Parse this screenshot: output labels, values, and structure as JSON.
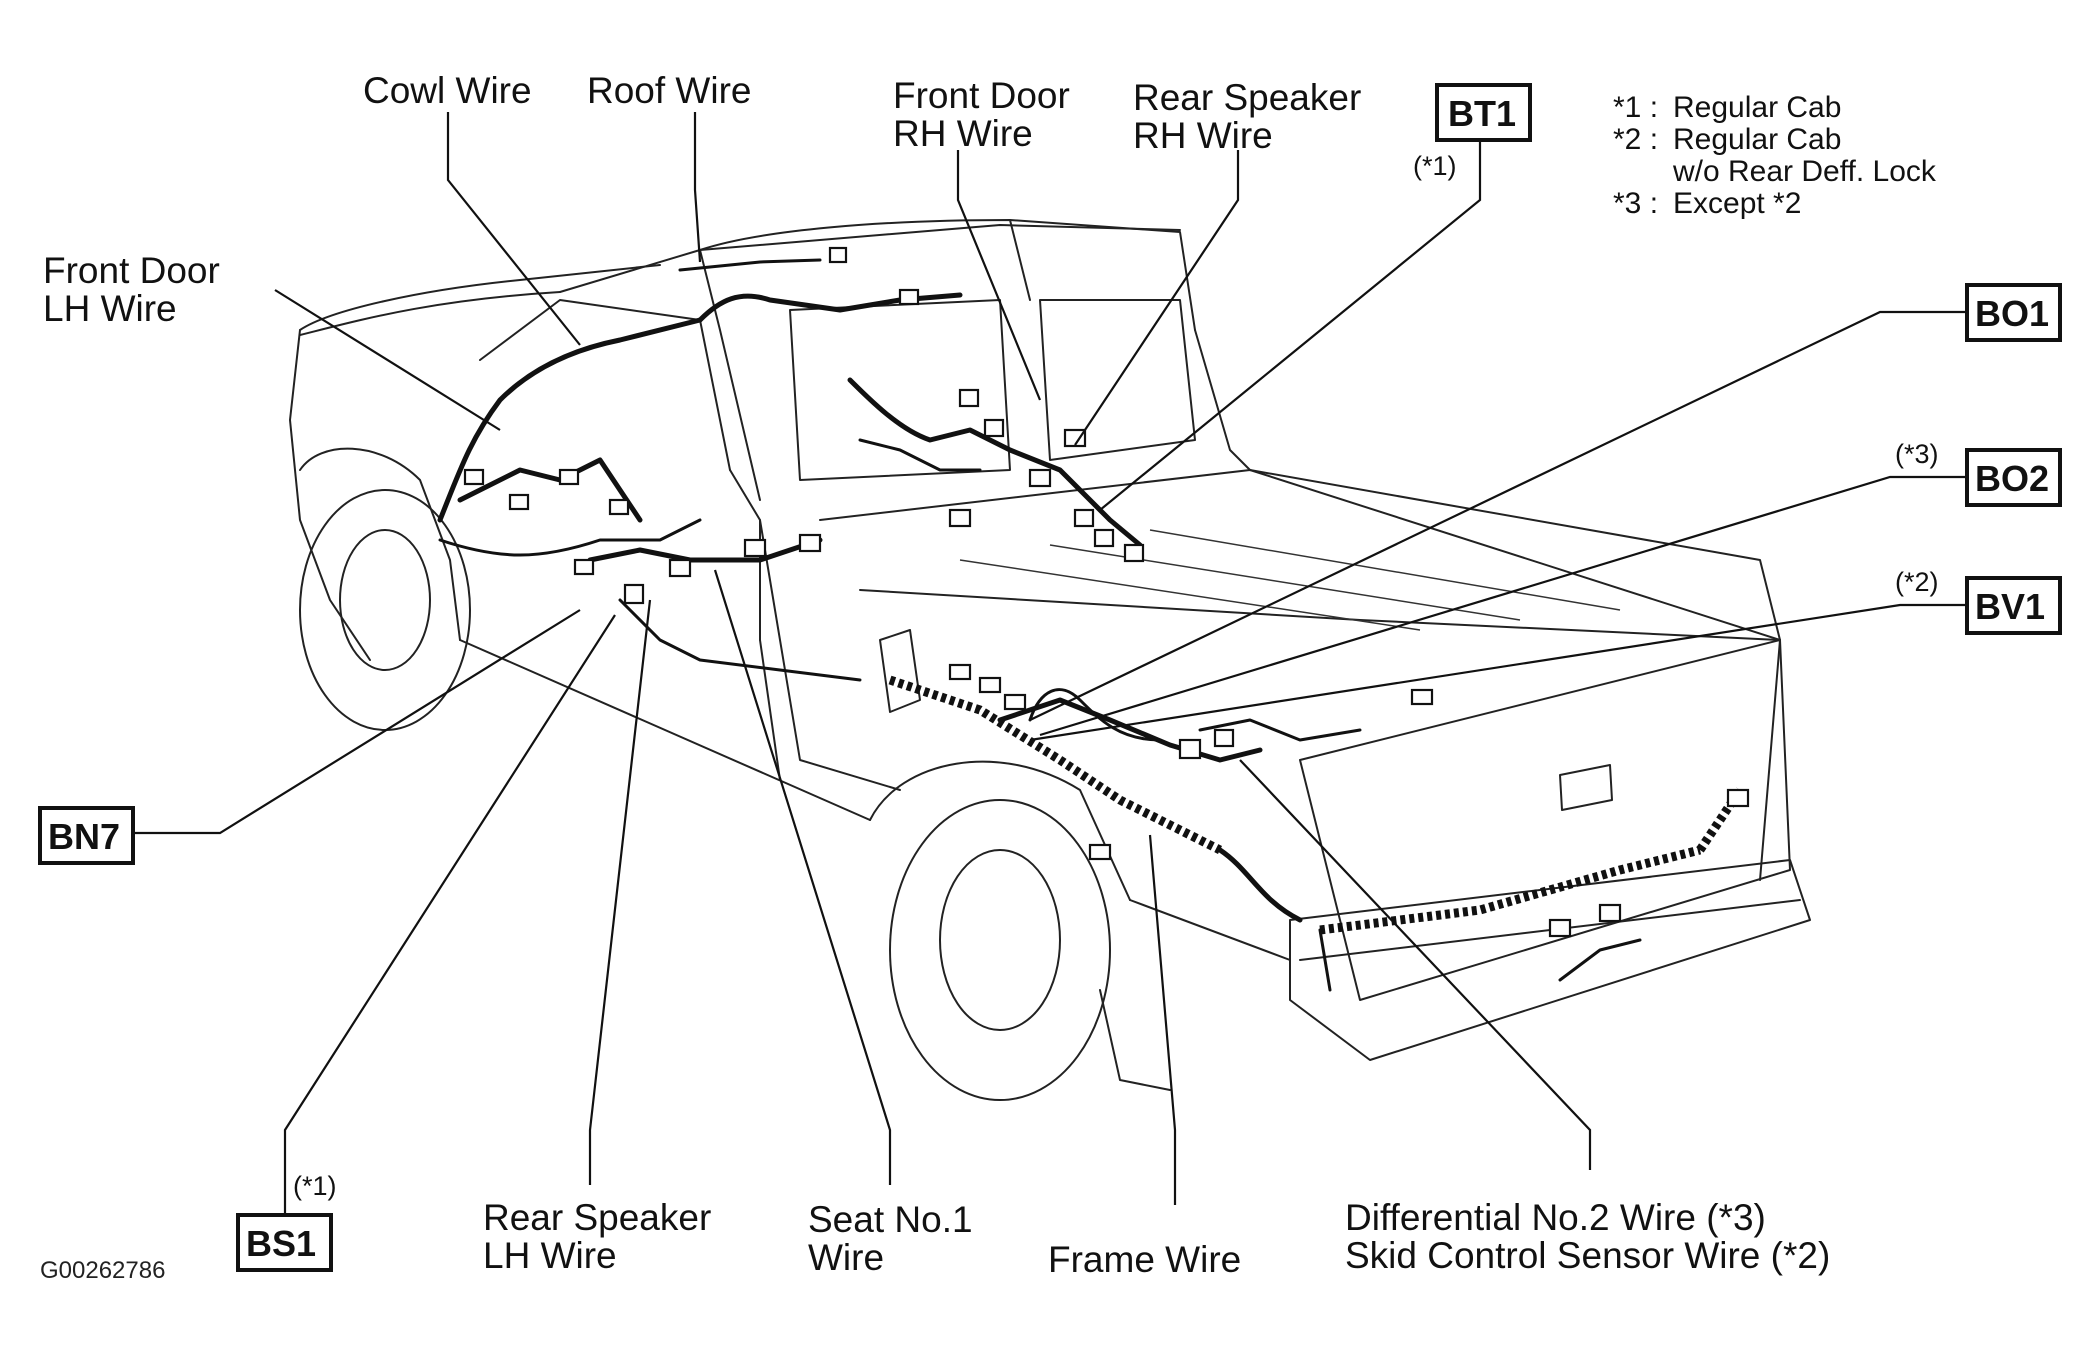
{
  "diagram": {
    "figure_code": "G00262786",
    "notes": [
      {
        "id": "n1",
        "key": "*1 :",
        "text": "Regular Cab"
      },
      {
        "id": "n2",
        "key": "*2 :",
        "text": "Regular Cab"
      },
      {
        "id": "n2b",
        "key": "",
        "text": "w/o Rear Deff. Lock"
      },
      {
        "id": "n3",
        "key": "*3 :",
        "text": "Except *2"
      }
    ],
    "labels": {
      "cowl_wire": "Cowl Wire",
      "roof_wire": "Roof Wire",
      "front_door_rh_1": "Front Door",
      "front_door_rh_2": "RH Wire",
      "rear_speaker_rh_1": "Rear Speaker",
      "rear_speaker_rh_2": "RH Wire",
      "front_door_lh_1": "Front Door",
      "front_door_lh_2": "LH Wire",
      "rear_speaker_lh_1": "Rear Speaker",
      "rear_speaker_lh_2": "LH Wire",
      "seat_no1_1": "Seat No.1",
      "seat_no1_2": "Wire",
      "frame_wire": "Frame Wire",
      "differential_1": "Differential No.2 Wire (*3)",
      "differential_2": "Skid Control Sensor Wire (*2)"
    },
    "connectors": {
      "bt1": {
        "code": "BT1",
        "condition": "(*1)"
      },
      "bo1": {
        "code": "BO1",
        "condition": ""
      },
      "bo2": {
        "code": "BO2",
        "condition": "(*3)"
      },
      "bv1": {
        "code": "BV1",
        "condition": "(*2)"
      },
      "bn7": {
        "code": "BN7",
        "condition": ""
      },
      "bs1": {
        "code": "BS1",
        "condition": "(*1)"
      }
    }
  }
}
